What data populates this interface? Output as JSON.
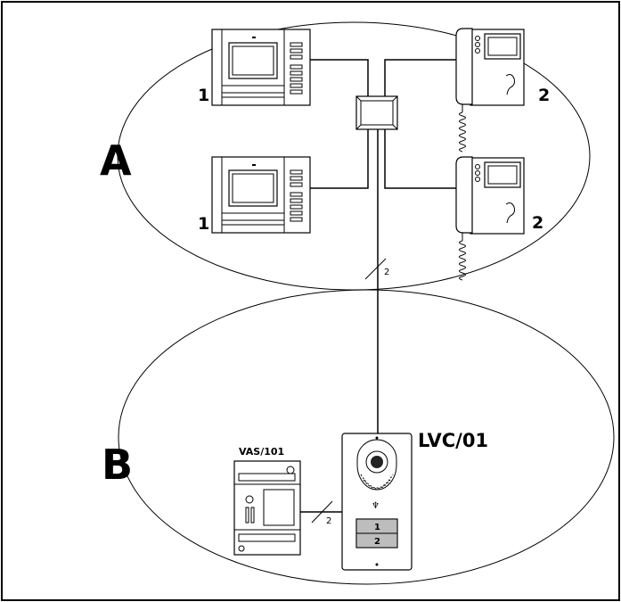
{
  "zone_a": {
    "label": "A"
  },
  "zone_b": {
    "label": "B"
  },
  "monitors_1": [
    {
      "label": "1"
    },
    {
      "label": "1"
    }
  ],
  "handsets_2": [
    {
      "label": "2"
    },
    {
      "label": "2"
    }
  ],
  "wires": [
    {
      "count": "2"
    },
    {
      "count": "2"
    }
  ],
  "vas": {
    "label": "VAS/101"
  },
  "panel": {
    "label": "LVC/01",
    "buttons": [
      "1",
      "2"
    ]
  }
}
